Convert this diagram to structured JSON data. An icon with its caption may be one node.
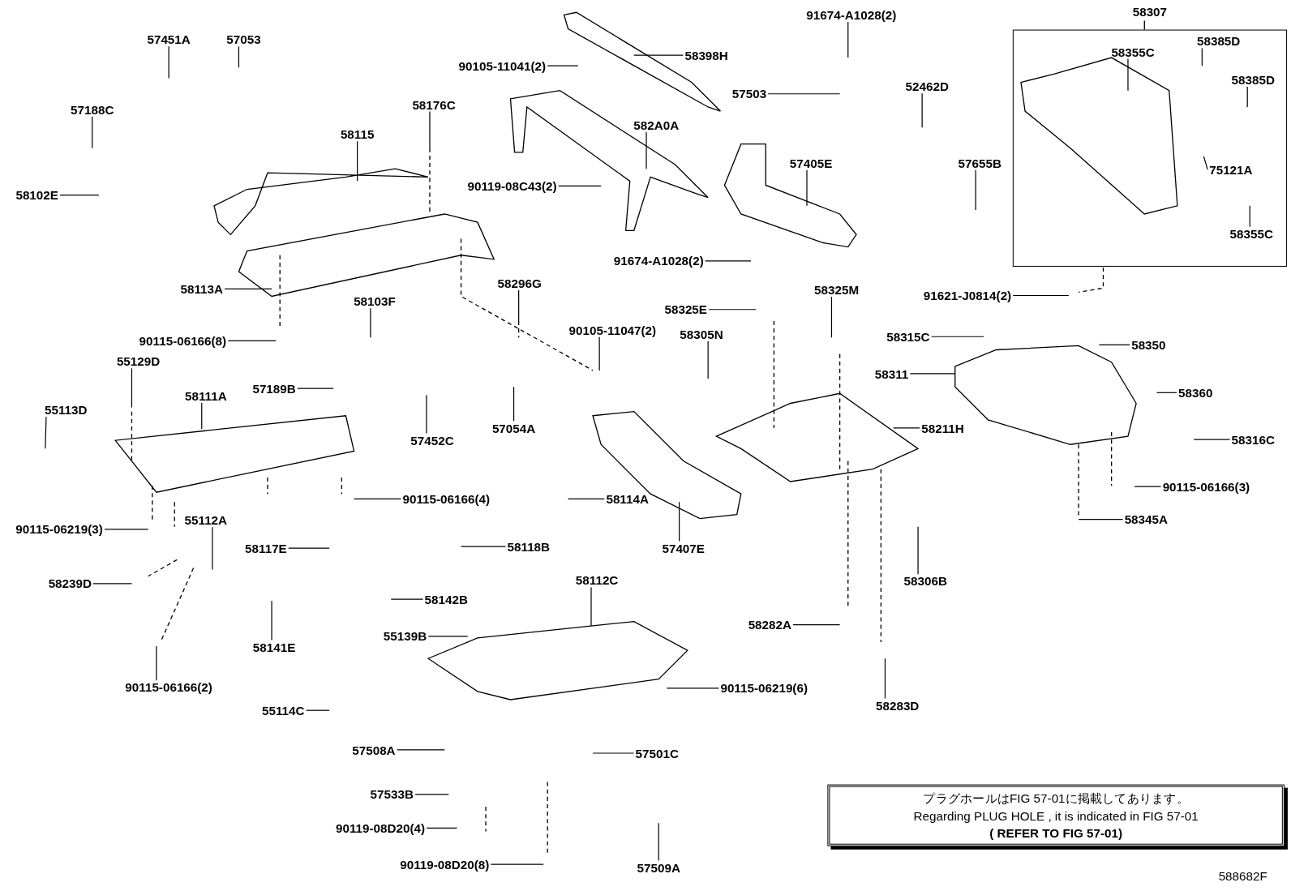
{
  "diagram": {
    "nodes": [
      {
        "text": [
          "57451A"
        ]
      },
      {
        "text": [
          "57053"
        ]
      },
      {
        "text": [
          "57188C"
        ]
      },
      {
        "text": [
          "58102E"
        ]
      },
      {
        "text": [
          "58115"
        ]
      },
      {
        "text": [
          "58176C"
        ]
      },
      {
        "text": [
          "90105-11041(2)"
        ]
      },
      {
        "text": [
          "58398H"
        ]
      },
      {
        "text": [
          "582A0A"
        ]
      },
      {
        "text": [
          "90119-08C43(2)"
        ]
      },
      {
        "text": [
          "91674-A1028(2)"
        ]
      },
      {
        "text": [
          "57503"
        ]
      },
      {
        "text": [
          "52462D"
        ]
      },
      {
        "text": [
          "57405E"
        ]
      },
      {
        "text": [
          "57655B"
        ]
      },
      {
        "text": [
          "91674-A1028(2)"
        ]
      },
      {
        "text": [
          "58307"
        ]
      },
      {
        "text": [
          "58355C"
        ],
        "in": 16
      },
      {
        "text": [
          "58385D"
        ],
        "in": 16
      },
      {
        "text": [
          "58385D"
        ],
        "in": 16
      },
      {
        "text": [
          "75121A"
        ],
        "in": 16
      },
      {
        "text": [
          "58355C"
        ],
        "in": 16
      },
      {
        "text": [
          "91621-J0814(2)"
        ]
      },
      {
        "text": [
          "58113A"
        ]
      },
      {
        "text": [
          "58103F"
        ]
      },
      {
        "text": [
          "58296G"
        ]
      },
      {
        "text": [
          "90105-11047(2)"
        ]
      },
      {
        "text": [
          "58325E"
        ]
      },
      {
        "text": [
          "58325M"
        ]
      },
      {
        "text": [
          "58305N"
        ]
      },
      {
        "text": [
          "58315C"
        ]
      },
      {
        "text": [
          "58350"
        ]
      },
      {
        "text": [
          "58311"
        ]
      },
      {
        "text": [
          "58360"
        ]
      },
      {
        "text": [
          "90115-06166(8)"
        ]
      },
      {
        "text": [
          "55129D"
        ]
      },
      {
        "text": [
          "57189B"
        ]
      },
      {
        "text": [
          "55113D"
        ]
      },
      {
        "text": [
          "58111A"
        ]
      },
      {
        "text": [
          "57452C"
        ]
      },
      {
        "text": [
          "57054A"
        ]
      },
      {
        "text": [
          "58211H"
        ]
      },
      {
        "text": [
          "58316C"
        ]
      },
      {
        "text": [
          "90115-06166(4)"
        ]
      },
      {
        "text": [
          "58114A"
        ]
      },
      {
        "text": [
          "90115-06166(3)"
        ]
      },
      {
        "text": [
          "58345A"
        ]
      },
      {
        "text": [
          "55112A"
        ]
      },
      {
        "text": [
          "90115-06219(3)"
        ]
      },
      {
        "text": [
          "58117E"
        ]
      },
      {
        "text": [
          "58118B"
        ]
      },
      {
        "text": [
          "57407E"
        ]
      },
      {
        "text": [
          "58306B"
        ]
      },
      {
        "text": [
          "58239D"
        ]
      },
      {
        "text": [
          "58112C"
        ]
      },
      {
        "text": [
          "58142B"
        ]
      },
      {
        "text": [
          "58141E"
        ]
      },
      {
        "text": [
          "58282A"
        ]
      },
      {
        "text": [
          "55139B"
        ]
      },
      {
        "text": [
          "90115-06166(2)"
        ]
      },
      {
        "text": [
          "90115-06219(6)"
        ]
      },
      {
        "text": [
          "58283D"
        ]
      },
      {
        "text": [
          "55114C"
        ]
      },
      {
        "text": [
          "57508A"
        ]
      },
      {
        "text": [
          "57501C"
        ]
      },
      {
        "text": [
          "57533B"
        ]
      },
      {
        "text": [
          "90119-08D20(4)"
        ]
      },
      {
        "text": [
          "90119-08D20(8)"
        ]
      },
      {
        "text": [
          "57509A"
        ]
      },
      {
        "text": [
          "プラグホールはFIG 57-01に掲載してあります。",
          "Regarding PLUG HOLE , it is indicated in FIG 57-01",
          "( REFER TO FIG 57-01)"
        ]
      }
    ],
    "edges": [
      {
        "from": 0,
        "to": null,
        "arrow": "none"
      },
      {
        "from": 1,
        "to": null,
        "arrow": "none"
      },
      {
        "from": 2,
        "to": null,
        "arrow": "none"
      },
      {
        "from": 3,
        "to": null,
        "arrow": "none"
      },
      {
        "from": 4,
        "to": null,
        "arrow": "none"
      },
      {
        "from": 5,
        "to": null,
        "arrow": "none"
      },
      {
        "from": 6,
        "to": null,
        "arrow": "none"
      },
      {
        "from": 7,
        "to": null,
        "arrow": "none"
      },
      {
        "from": 8,
        "to": null,
        "arrow": "none"
      },
      {
        "from": 9,
        "to": null,
        "arrow": "none"
      },
      {
        "from": 10,
        "to": null,
        "arrow": "none"
      },
      {
        "from": 11,
        "to": null,
        "arrow": "none"
      },
      {
        "from": 12,
        "to": null,
        "arrow": "none"
      },
      {
        "from": 13,
        "to": null,
        "arrow": "none"
      },
      {
        "from": 14,
        "to": null,
        "arrow": "none"
      },
      {
        "from": 15,
        "to": null,
        "arrow": "none"
      },
      {
        "from": 17,
        "to": null,
        "arrow": "none"
      },
      {
        "from": 18,
        "to": null,
        "arrow": "none"
      },
      {
        "from": 19,
        "to": null,
        "arrow": "none"
      },
      {
        "from": 20,
        "to": null,
        "arrow": "none"
      },
      {
        "from": 21,
        "to": null,
        "arrow": "none"
      },
      {
        "from": 22,
        "to": null,
        "arrow": "none"
      },
      {
        "from": 23,
        "to": null,
        "arrow": "none"
      },
      {
        "from": 24,
        "to": null,
        "arrow": "none"
      },
      {
        "from": 25,
        "to": null,
        "arrow": "none"
      },
      {
        "from": 26,
        "to": null,
        "arrow": "none"
      },
      {
        "from": 27,
        "to": null,
        "arrow": "none"
      },
      {
        "from": 28,
        "to": null,
        "arrow": "none"
      },
      {
        "from": 29,
        "to": null,
        "arrow": "none"
      },
      {
        "from": 30,
        "to": null,
        "arrow": "none"
      },
      {
        "from": 31,
        "to": null,
        "arrow": "none"
      },
      {
        "from": 32,
        "to": null,
        "arrow": "none"
      },
      {
        "from": 33,
        "to": null,
        "arrow": "none"
      },
      {
        "from": 34,
        "to": null,
        "arrow": "none"
      },
      {
        "from": 35,
        "to": null,
        "arrow": "none"
      },
      {
        "from": 36,
        "to": null,
        "arrow": "none"
      },
      {
        "from": 37,
        "to": null,
        "arrow": "none"
      },
      {
        "from": 38,
        "to": null,
        "arrow": "none"
      },
      {
        "from": 39,
        "to": null,
        "arrow": "none"
      },
      {
        "from": 40,
        "to": null,
        "arrow": "none"
      },
      {
        "from": 41,
        "to": null,
        "arrow": "none"
      },
      {
        "from": 42,
        "to": null,
        "arrow": "none"
      },
      {
        "from": 43,
        "to": null,
        "arrow": "none"
      },
      {
        "from": 44,
        "to": null,
        "arrow": "none"
      },
      {
        "from": 45,
        "to": null,
        "arrow": "none"
      },
      {
        "from": 46,
        "to": null,
        "arrow": "none"
      },
      {
        "from": 47,
        "to": null,
        "arrow": "none"
      },
      {
        "from": 48,
        "to": null,
        "arrow": "none"
      },
      {
        "from": 49,
        "to": null,
        "arrow": "none"
      },
      {
        "from": 50,
        "to": null,
        "arrow": "none"
      },
      {
        "from": 51,
        "to": null,
        "arrow": "none"
      },
      {
        "from": 52,
        "to": null,
        "arrow": "none"
      },
      {
        "from": 53,
        "to": null,
        "arrow": "none"
      },
      {
        "from": 54,
        "to": null,
        "arrow": "none"
      },
      {
        "from": 55,
        "to": null,
        "arrow": "none"
      },
      {
        "from": 56,
        "to": null,
        "arrow": "none"
      },
      {
        "from": 57,
        "to": null,
        "arrow": "none"
      },
      {
        "from": 58,
        "to": null,
        "arrow": "none"
      },
      {
        "from": 59,
        "to": null,
        "arrow": "none"
      },
      {
        "from": 60,
        "to": null,
        "arrow": "none"
      },
      {
        "from": 61,
        "to": null,
        "arrow": "none"
      },
      {
        "from": 62,
        "to": null,
        "arrow": "none"
      },
      {
        "from": 63,
        "to": null,
        "arrow": "none"
      },
      {
        "from": 64,
        "to": null,
        "arrow": "none"
      },
      {
        "from": 65,
        "to": null,
        "arrow": "none"
      },
      {
        "from": 66,
        "to": null,
        "arrow": "none"
      },
      {
        "from": 67,
        "to": null,
        "arrow": "none"
      },
      {
        "from": 68,
        "to": null,
        "arrow": "none"
      }
    ],
    "labels": [
      "588682F"
    ]
  }
}
